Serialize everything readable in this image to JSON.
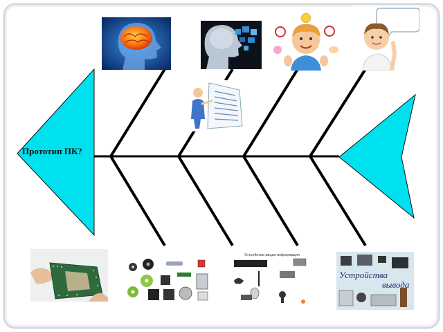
{
  "diagram": {
    "head_label": "Прототип ПК?",
    "colors": {
      "fin": "#00e1ef",
      "bone": "#000000",
      "background": "#ffffff",
      "frame": "#bfc3c8"
    },
    "top_pictures": [
      {
        "name": "brain-head-picture"
      },
      {
        "name": "digital-head-picture"
      },
      {
        "name": "child-senses-picture"
      },
      {
        "name": "boy-thinking-picture"
      }
    ],
    "middle_picture": {
      "name": "person-with-document-picture"
    },
    "bottom_pictures": [
      {
        "name": "cpu-chip-picture"
      },
      {
        "name": "storage-media-picture"
      },
      {
        "name": "input-devices-picture",
        "caption": "Устройства ввода информации"
      },
      {
        "name": "output-devices-picture",
        "caption_line1": "Устройства",
        "caption_line2": "вывода"
      }
    ]
  }
}
